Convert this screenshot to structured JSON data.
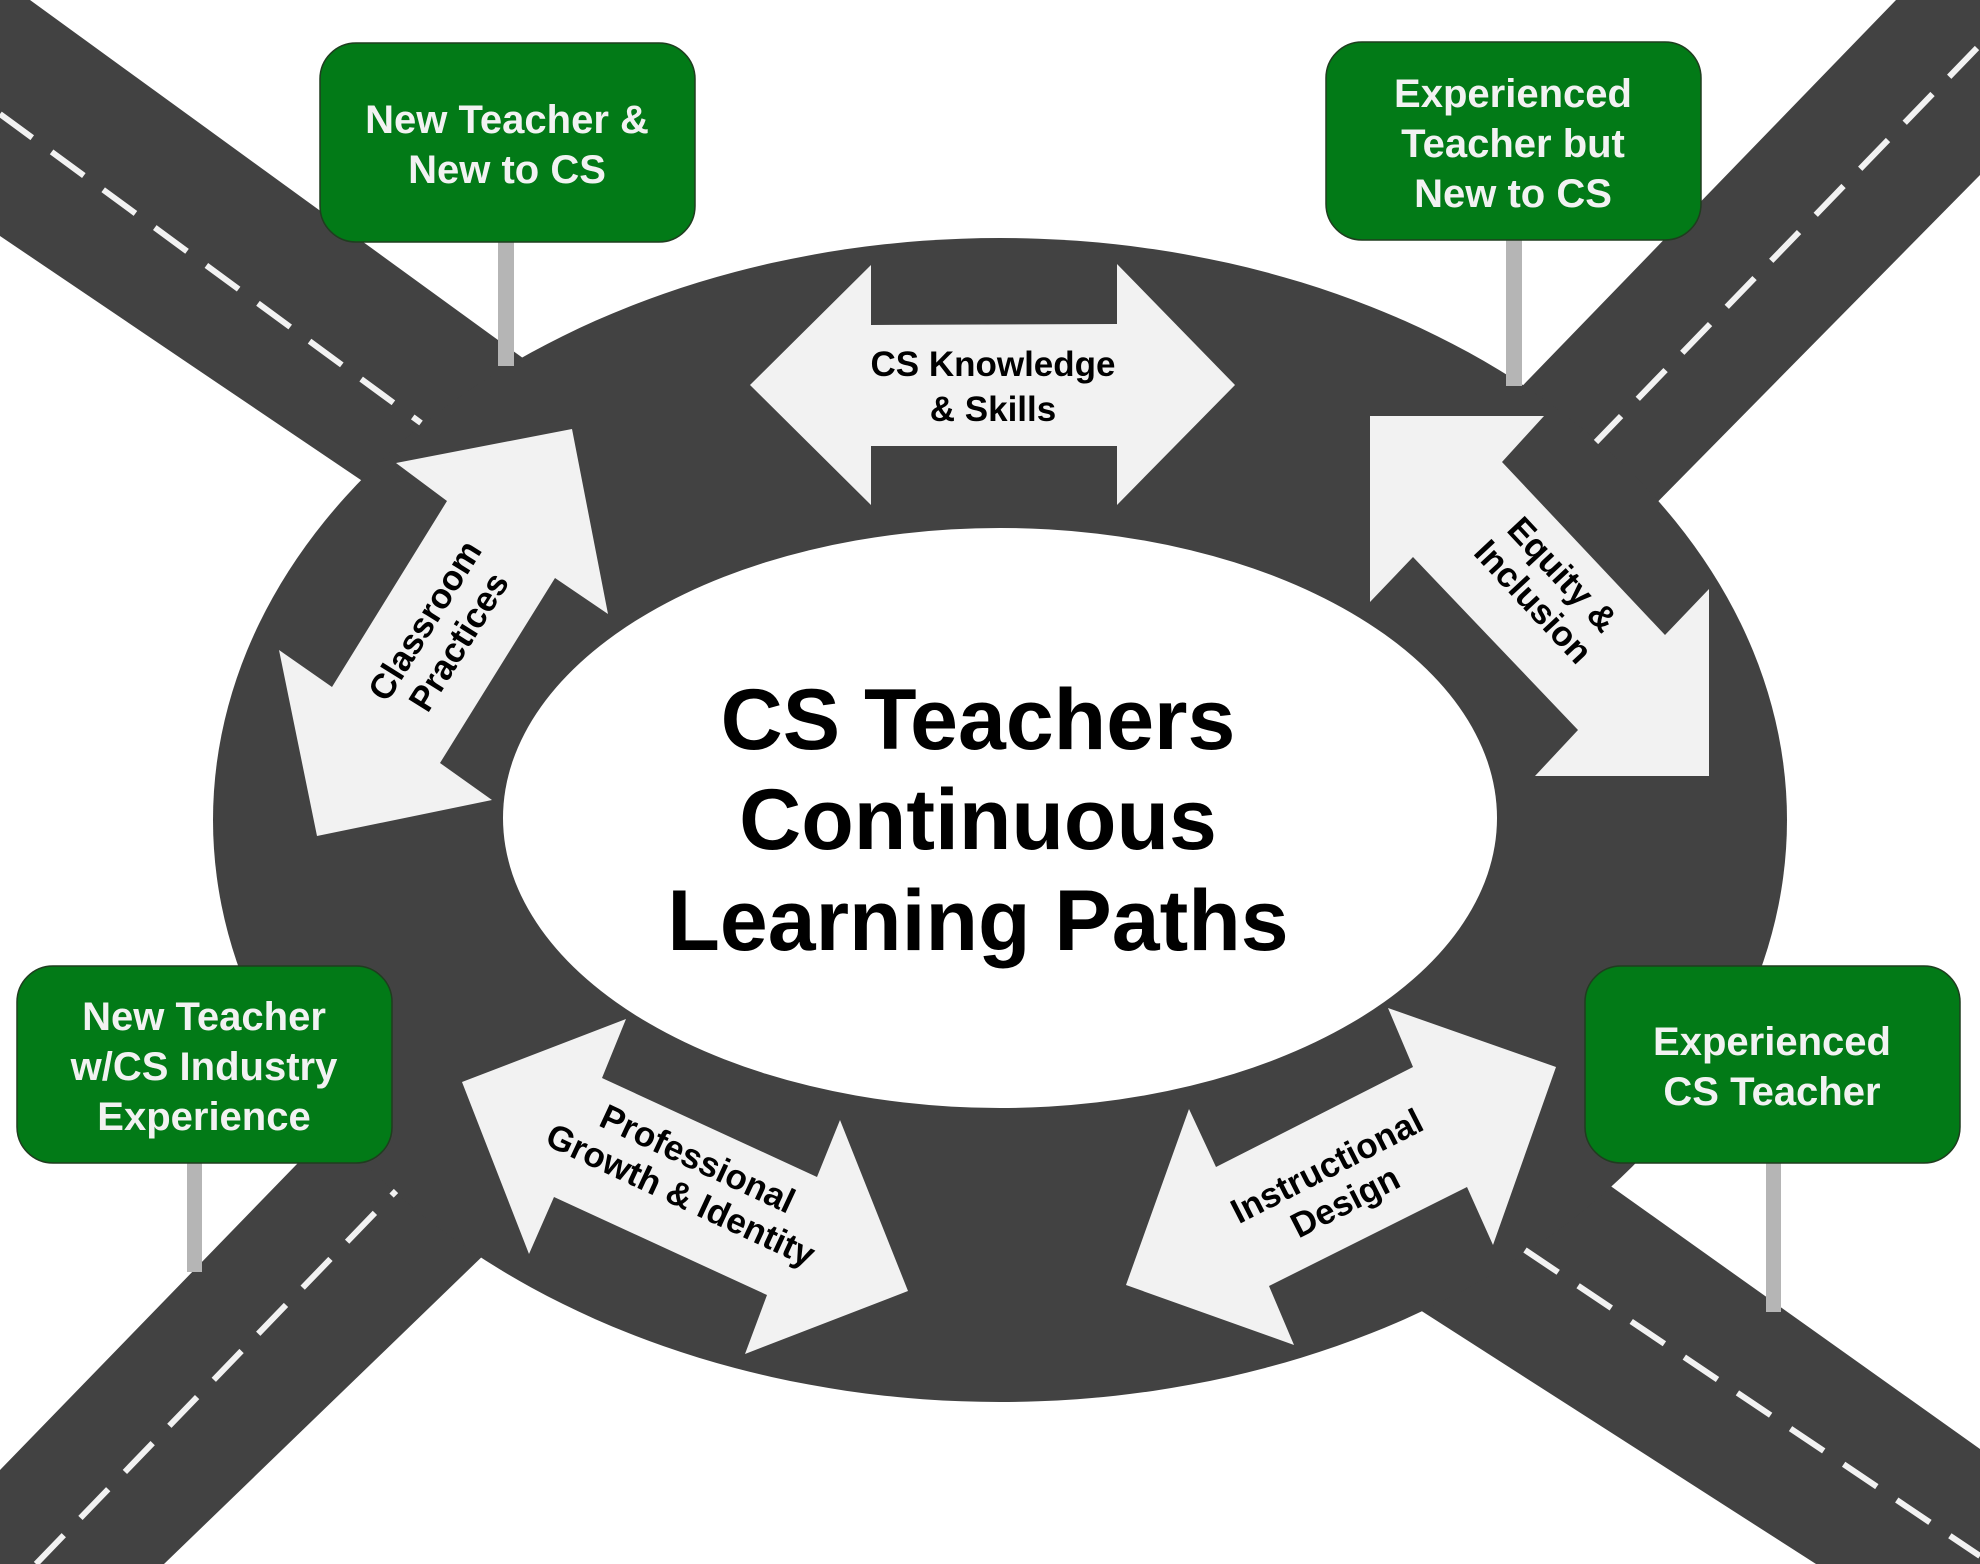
{
  "title": {
    "lines": [
      "CS Teachers",
      "Continuous",
      "Learning Paths"
    ]
  },
  "colors": {
    "road": "#424242",
    "sign_green": "#027a17",
    "sign_text": "#f2f2f2",
    "arrow_fill": "#f2f2f2",
    "pole": "#b5b5b5",
    "lane_marking": "#f2f2f2",
    "background": "#ffffff"
  },
  "signs": [
    {
      "id": "top-left",
      "lines": [
        "New Teacher &",
        "New to CS"
      ]
    },
    {
      "id": "top-right",
      "lines": [
        "Experienced",
        "Teacher but",
        "New to CS"
      ]
    },
    {
      "id": "bottom-left",
      "lines": [
        "New Teacher",
        "w/CS Industry",
        "Experience"
      ]
    },
    {
      "id": "bottom-right",
      "lines": [
        "Experienced",
        "CS Teacher"
      ]
    }
  ],
  "arrows": [
    {
      "id": "cs-knowledge",
      "lines": [
        "CS Knowledge",
        "& Skills"
      ]
    },
    {
      "id": "equity",
      "lines": [
        "Equity &",
        "Inclusion"
      ]
    },
    {
      "id": "instructional",
      "lines": [
        "Instructional",
        "Design"
      ]
    },
    {
      "id": "professional",
      "lines": [
        "Professional",
        "Growth & Identity"
      ]
    },
    {
      "id": "classroom",
      "lines": [
        "Classroom",
        "Practices"
      ]
    }
  ]
}
